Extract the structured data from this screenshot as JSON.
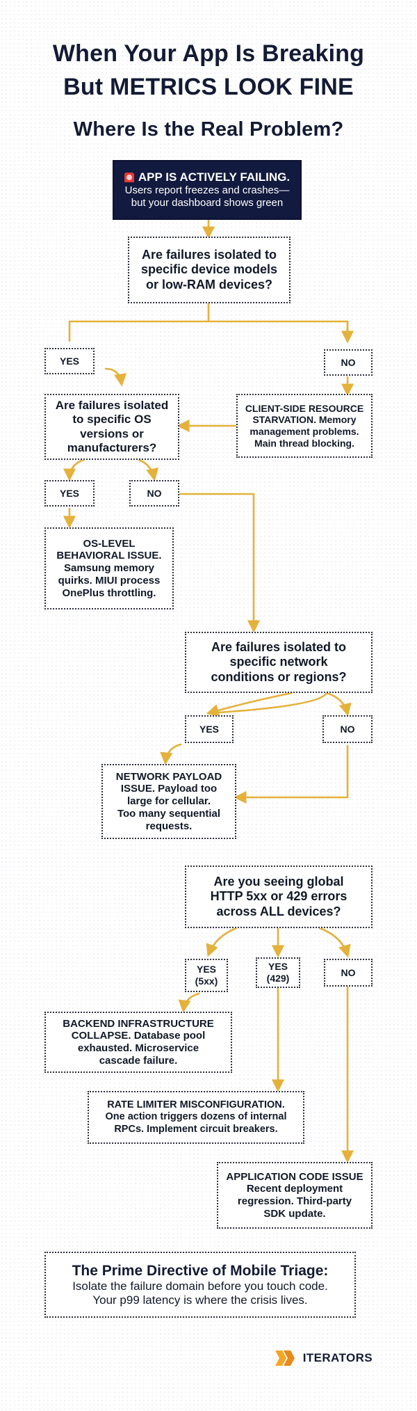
{
  "title": {
    "line1": "When Your App Is Breaking",
    "line2": "But METRICS LOOK FINE",
    "line3": "Where Is the Real Problem?"
  },
  "start": {
    "heading": "APP IS ACTIVELY FAILING.",
    "line1": "Users report freezes and crashes—",
    "line2": "but your dashboard shows green",
    "icon": "alarm-icon"
  },
  "q1": {
    "lines": [
      "Are failures isolated to",
      "specific device models",
      "or low-RAM devices?"
    ]
  },
  "q1_yes": "YES",
  "q1_no": "NO",
  "q2": {
    "lines": [
      "Are failures isolated",
      "to specific OS",
      "versions or",
      "manufacturers?"
    ]
  },
  "client_side": {
    "lines": [
      "CLIENT-SIDE RESOURCE",
      "STARVATION. Memory",
      "management problems.",
      "Main thread blocking."
    ]
  },
  "q2_yes": "YES",
  "q2_no": "NO",
  "os_issue": {
    "lines": [
      "OS-LEVEL",
      "BEHAVIORAL ISSUE.",
      "Samsung memory",
      "quirks. MIUI process",
      "OnePlus throttling."
    ]
  },
  "q3": {
    "lines": [
      "Are failures isolated to",
      "specific network",
      "conditions or regions?"
    ]
  },
  "q3_yes": "YES",
  "q3_no": "NO",
  "network_issue": {
    "lines": [
      "NETWORK PAYLOAD",
      "ISSUE. Payload too",
      "large for cellular.",
      "Too many sequential",
      "requests."
    ]
  },
  "q4": {
    "lines": [
      "Are you seeing global",
      "HTTP 5xx or 429 errors",
      "across ALL devices?"
    ]
  },
  "q4_yes5xx": {
    "lines": [
      "YES",
      "(5xx)"
    ]
  },
  "q4_yes429": {
    "lines": [
      "YES",
      "(429)"
    ]
  },
  "q4_no": "NO",
  "backend": {
    "lines": [
      "BACKEND INFRASTRUCTURE",
      "COLLAPSE. Database pool",
      "exhausted. Microservice",
      "cascade failure."
    ]
  },
  "rate_limiter": {
    "lines": [
      "RATE LIMITER MISCONFIGURATION.",
      "One action triggers dozens of internal",
      "RPCs. Implement circuit breakers."
    ]
  },
  "app_code": {
    "lines": [
      "APPLICATION CODE ISSUE",
      "Recent deployment",
      "regression. Third-party",
      "SDK update."
    ]
  },
  "footer": {
    "title": "The Prime Directive of Mobile Triage:",
    "line1": "Isolate the failure domain before you touch code.",
    "line2": "Your p99 latency is where the crisis lives."
  },
  "brand": {
    "name": "ITERATORS",
    "icon": "iterators-logo-icon",
    "color": "#f5a623"
  },
  "colors": {
    "arrow": "#e4b13a",
    "hero_bg": "#121a3f",
    "title": "#131a33"
  }
}
